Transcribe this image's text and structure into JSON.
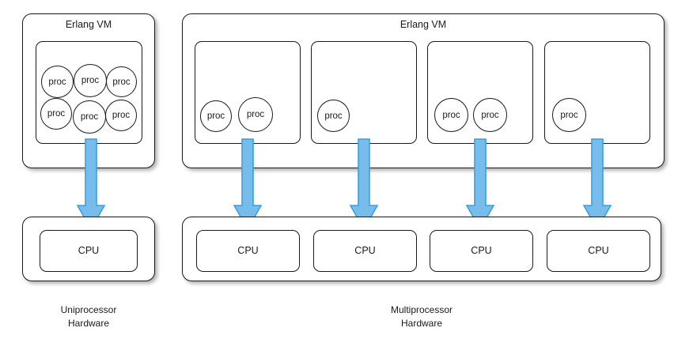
{
  "diagram": {
    "title_uniprocessor": "Erlang VM",
    "title_multiprocessor": "Erlang VM",
    "proc_label": "proc",
    "cpu_label": "CPU",
    "caption_uniprocessor": "Uniprocessor\nHardware",
    "caption_multiprocessor": "Multiprocessor\nHardware",
    "colors": {
      "arrow_fill": "#76bdeb",
      "arrow_stroke": "#3c9fe0",
      "box_stroke": "#1a1a1a",
      "box_fill": "#ffffff",
      "text": "#1a1a1a",
      "background": "#ffffff"
    },
    "uniprocessor": {
      "vm_title": "Erlang VM",
      "scheduler": {
        "procs": [
          {
            "label": "proc"
          },
          {
            "label": "proc"
          },
          {
            "label": "proc"
          },
          {
            "label": "proc"
          },
          {
            "label": "proc"
          },
          {
            "label": "proc"
          }
        ]
      },
      "hardware": {
        "caption": "Uniprocessor\nHardware",
        "cpus": [
          {
            "label": "CPU"
          }
        ]
      },
      "arrow_count": 1
    },
    "multiprocessor": {
      "vm_title": "Erlang VM",
      "schedulers": [
        {
          "procs": [
            {
              "label": "proc"
            },
            {
              "label": "proc"
            }
          ]
        },
        {
          "procs": [
            {
              "label": "proc"
            }
          ]
        },
        {
          "procs": [
            {
              "label": "proc"
            },
            {
              "label": "proc"
            }
          ]
        },
        {
          "procs": [
            {
              "label": "proc"
            }
          ]
        }
      ],
      "hardware": {
        "caption": "Multiprocessor\nHardware",
        "cpus": [
          {
            "label": "CPU"
          },
          {
            "label": "CPU"
          },
          {
            "label": "CPU"
          },
          {
            "label": "CPU"
          }
        ]
      },
      "arrow_count": 4
    }
  }
}
